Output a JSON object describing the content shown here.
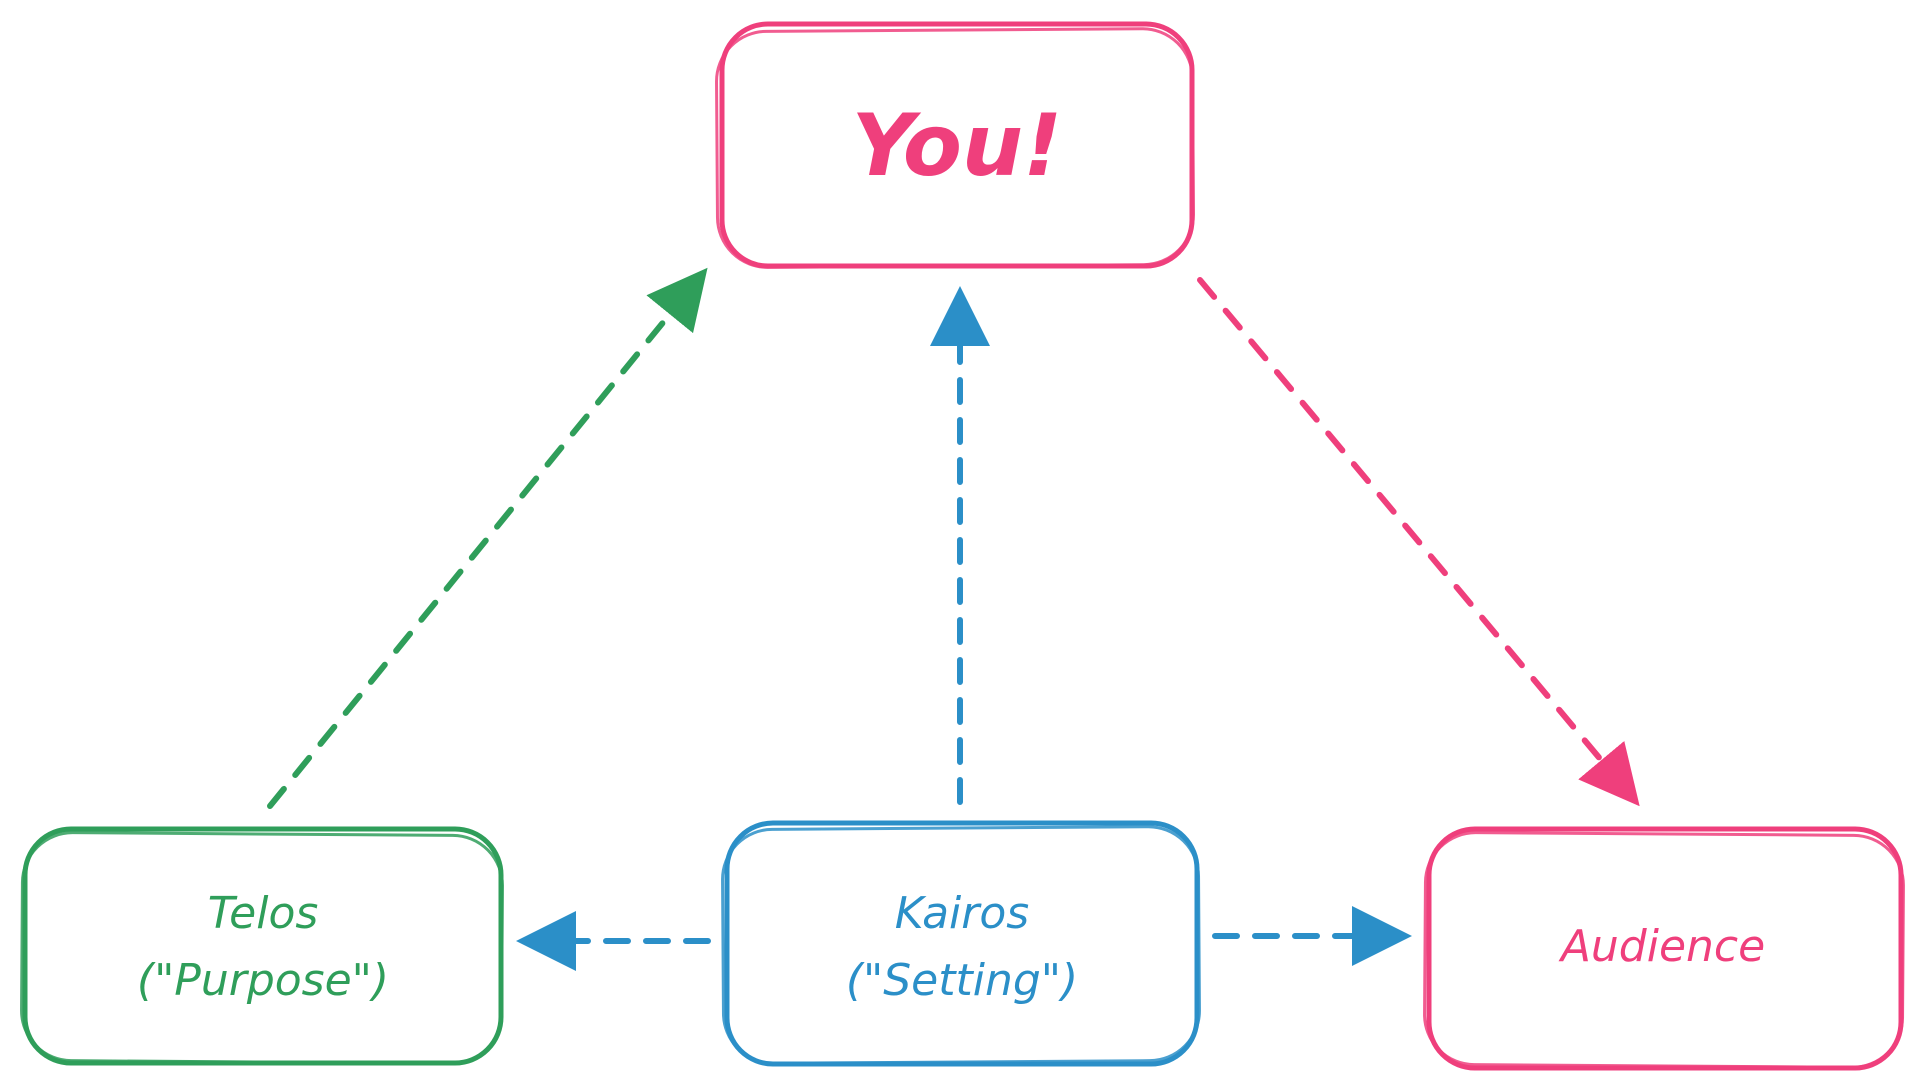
{
  "colors": {
    "pink": "#ef3f7c",
    "green": "#2f9e5a",
    "blue": "#2b8fc8"
  },
  "nodes": {
    "you": {
      "label": "You!"
    },
    "telos": {
      "line1": "Telos",
      "line2": "(\"Purpose\")"
    },
    "kairos": {
      "line1": "Kairos",
      "line2": "(\"Setting\")"
    },
    "audience": {
      "label": "Audience"
    }
  },
  "edges": [
    {
      "from": "telos",
      "to": "you",
      "color": "green"
    },
    {
      "from": "kairos",
      "to": "you",
      "color": "blue"
    },
    {
      "from": "you",
      "to": "audience",
      "color": "pink"
    },
    {
      "from": "kairos",
      "to": "telos",
      "color": "blue"
    },
    {
      "from": "kairos",
      "to": "audience",
      "color": "blue"
    }
  ]
}
